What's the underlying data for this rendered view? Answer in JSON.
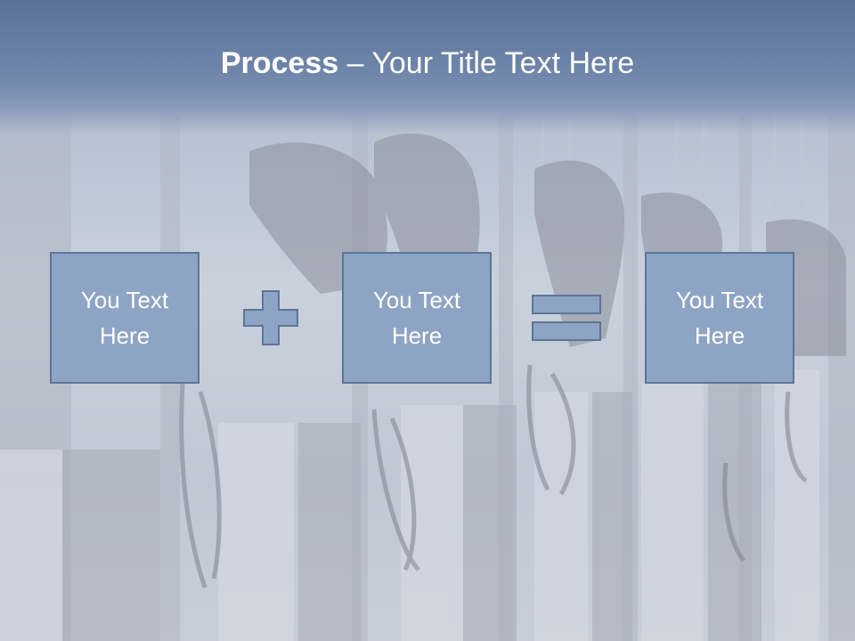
{
  "slide": {
    "title_bold": "Process",
    "title_rest": " – Your Title Text Here",
    "boxes": [
      {
        "text": "You Text Here"
      },
      {
        "text": "You Text Here"
      },
      {
        "text": "You Text Here"
      }
    ],
    "operators": [
      "plus-icon",
      "equals-icon"
    ]
  },
  "colors": {
    "box_fill": "#8ea4c4",
    "box_border": "#5f7597",
    "title_band": "#5b7297"
  }
}
